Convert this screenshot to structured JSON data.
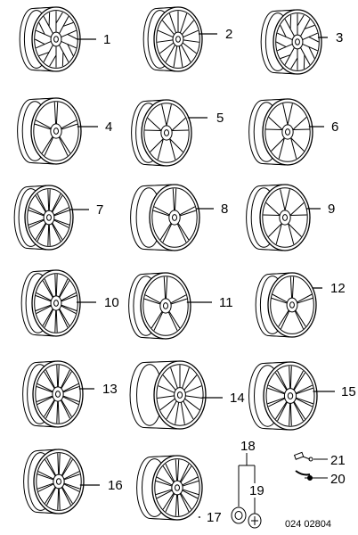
{
  "parts": [
    {
      "callout": "1"
    },
    {
      "callout": "2"
    },
    {
      "callout": "3"
    },
    {
      "callout": "4"
    },
    {
      "callout": "5"
    },
    {
      "callout": "6"
    },
    {
      "callout": "7"
    },
    {
      "callout": "8"
    },
    {
      "callout": "9"
    },
    {
      "callout": "10"
    },
    {
      "callout": "11"
    },
    {
      "callout": "12"
    },
    {
      "callout": "13"
    },
    {
      "callout": "14"
    },
    {
      "callout": "15"
    },
    {
      "callout": "16"
    },
    {
      "callout": "17"
    }
  ],
  "small_parts": [
    {
      "callout": "18"
    },
    {
      "callout": "19"
    },
    {
      "callout": "20"
    },
    {
      "callout": "21"
    }
  ],
  "drawing_code": "024  02804"
}
